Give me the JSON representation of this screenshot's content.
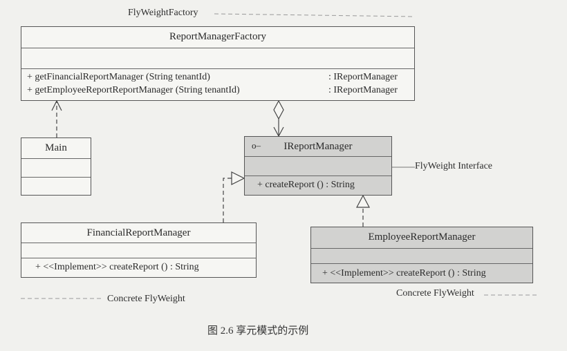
{
  "labels": {
    "flyweight_factory": "FlyWeightFactory",
    "flyweight_interface": "FlyWeight Interface",
    "concrete_left": "Concrete FlyWeight",
    "concrete_right": "Concrete FlyWeight"
  },
  "classes": {
    "factory": {
      "name": "ReportManagerFactory",
      "methods": [
        {
          "sig": "+  getFinancialReportManager (String tenantId)",
          "ret": ": IReportManager"
        },
        {
          "sig": "+  getEmployeeReportReportManager (String tenantId)",
          "ret": ": IReportManager"
        }
      ]
    },
    "main": {
      "name": "Main"
    },
    "interface": {
      "marker": "o–",
      "name": "IReportManager",
      "method": "+ createReport () : String"
    },
    "financial": {
      "name": "FinancialReportManager",
      "method": "+ <<Implement>> createReport () : String"
    },
    "employee": {
      "name": "EmployeeReportManager",
      "method": "+ <<Implement>> createReport () : String"
    }
  },
  "caption": "图 2.6    享元模式的示例"
}
